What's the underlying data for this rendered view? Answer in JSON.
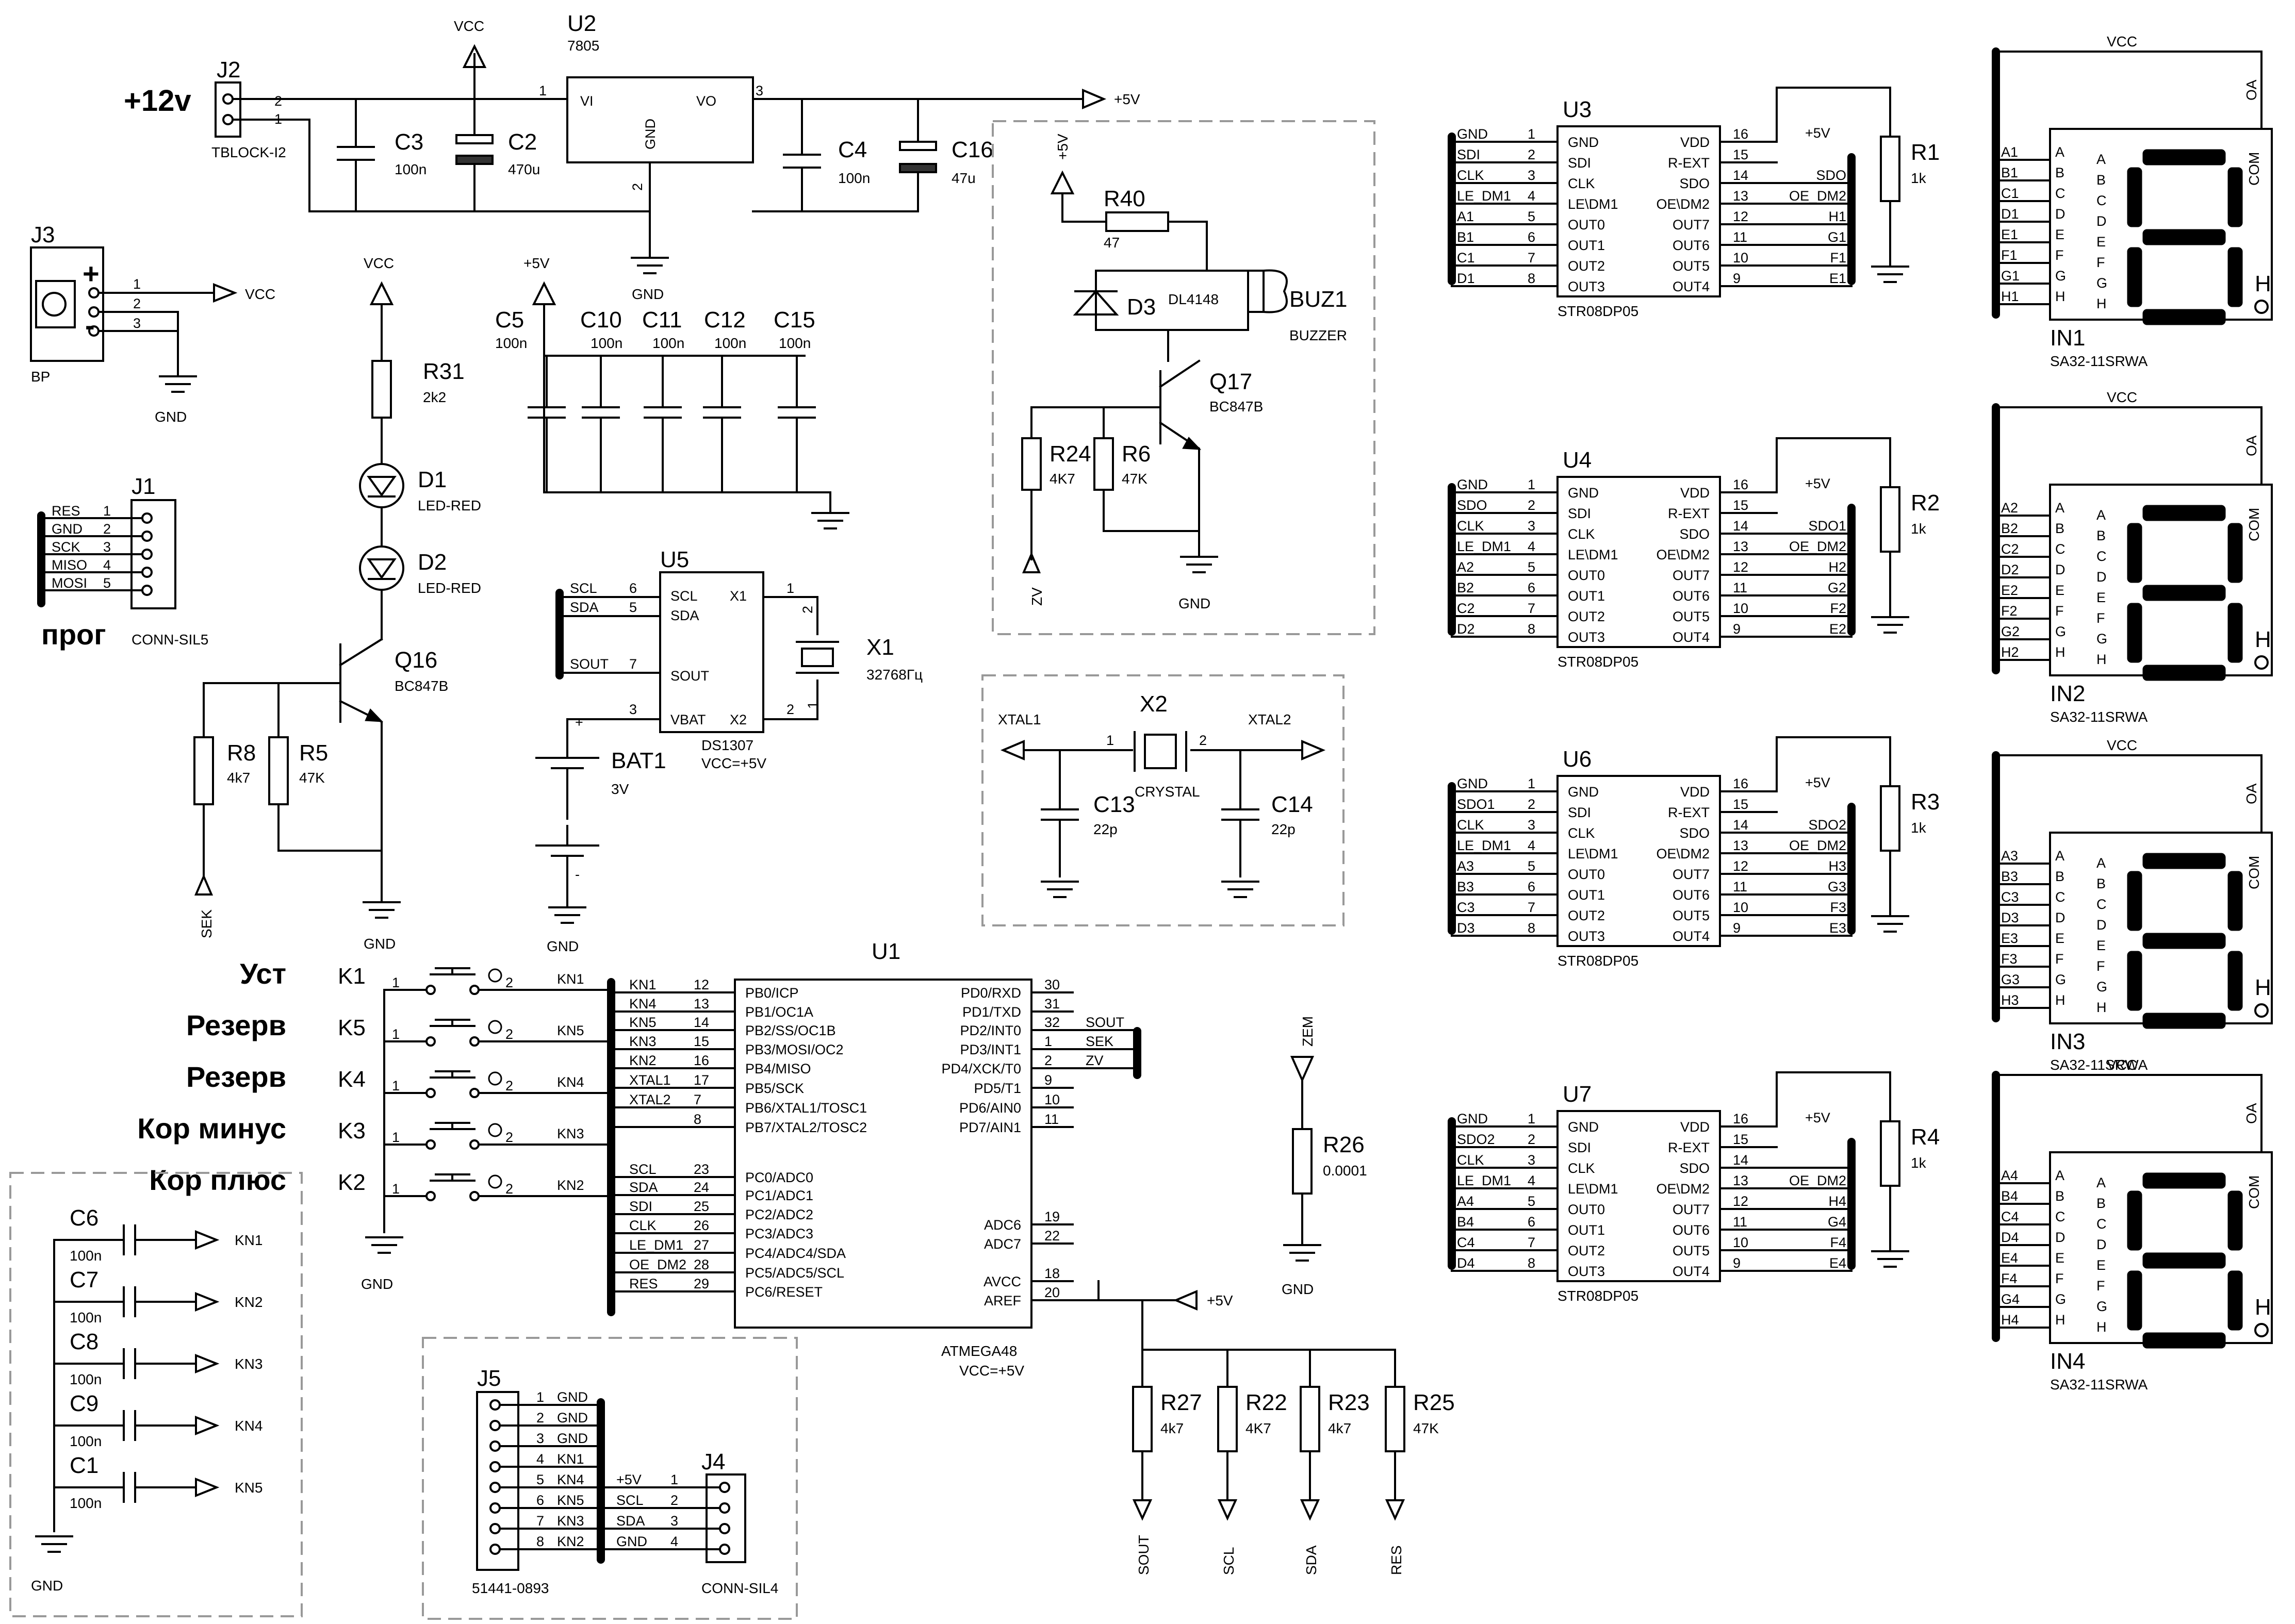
{
  "power": {
    "j2": {
      "ref": "J2",
      "value": "TBLOCK-I2",
      "label": "+12v",
      "pins": [
        "2",
        "1"
      ]
    },
    "u2": {
      "ref": "U2",
      "value": "7805",
      "vi": "VI",
      "vo": "VO",
      "gnd": "GND",
      "pins": [
        "1",
        "3",
        "2"
      ]
    },
    "vcc_label": "VCC",
    "plus5v_label": "+5V",
    "gnd_label": "GND",
    "caps": [
      {
        "ref": "C3",
        "value": "100n"
      },
      {
        "ref": "C2",
        "value": "470u"
      },
      {
        "ref": "C4",
        "value": "100n"
      },
      {
        "ref": "C16",
        "value": "47u"
      }
    ],
    "j3": {
      "ref": "J3",
      "value": "BP",
      "plus": "+",
      "minus": "-",
      "pins": [
        "1",
        "2",
        "3"
      ],
      "out": "VCC",
      "gnd": "GND"
    }
  },
  "prog": {
    "j1": {
      "ref": "J1",
      "value": "CONN-SIL5",
      "label": "прог"
    },
    "pins": [
      {
        "name": "RES",
        "num": "1"
      },
      {
        "name": "GND",
        "num": "2"
      },
      {
        "name": "SCK",
        "num": "3"
      },
      {
        "name": "MISO",
        "num": "4"
      },
      {
        "name": "MOSI",
        "num": "5"
      }
    ]
  },
  "led_block": {
    "vcc": "VCC",
    "r31": {
      "ref": "R31",
      "value": "2k2"
    },
    "d1": {
      "ref": "D1",
      "value": "LED-RED"
    },
    "d2": {
      "ref": "D2",
      "value": "LED-RED"
    },
    "q16": {
      "ref": "Q16",
      "value": "BC847B"
    },
    "r8": {
      "ref": "R8",
      "value": "4k7"
    },
    "r5": {
      "ref": "R5",
      "value": "47K"
    },
    "sek": "SEK",
    "gnd": "GND"
  },
  "decoupling": {
    "plus5v": "+5V",
    "caps": [
      {
        "ref": "C5",
        "value": "100n"
      },
      {
        "ref": "C10",
        "value": "100n"
      },
      {
        "ref": "C11",
        "value": "100n"
      },
      {
        "ref": "C12",
        "value": "100n"
      },
      {
        "ref": "C15",
        "value": "100n"
      }
    ]
  },
  "rtc": {
    "u5": {
      "ref": "U5",
      "value": "DS1307",
      "vcc": "VCC=+5V"
    },
    "left_pins": [
      {
        "name": "SCL",
        "num": "6"
      },
      {
        "name": "SDA",
        "num": "5"
      },
      {
        "name": "SOUT",
        "num": "7"
      },
      {
        "name": "VBAT",
        "num": "3"
      }
    ],
    "right_pins": [
      {
        "name": "X1",
        "num": "1"
      },
      {
        "name": "X2",
        "num": "2"
      }
    ],
    "net_labels": [
      "SCL",
      "SDA",
      "SOUT"
    ],
    "x1": {
      "ref": "X1",
      "value": "32768Гц",
      "pins": [
        "2",
        "1"
      ]
    },
    "bat1": {
      "ref": "BAT1",
      "value": "3V",
      "plus": "+",
      "minus": "-"
    },
    "gnd": "GND"
  },
  "buzzer": {
    "plus5v": "+5V",
    "r40": {
      "ref": "R40",
      "value": "47"
    },
    "d3": {
      "ref": "D3",
      "value": "DL4148"
    },
    "buz1": {
      "ref": "BUZ1",
      "value": "BUZZER"
    },
    "q17": {
      "ref": "Q17",
      "value": "BC847B"
    },
    "r24": {
      "ref": "R24",
      "value": "4K7"
    },
    "r6": {
      "ref": "R6",
      "value": "47K"
    },
    "zv": "ZV",
    "gnd": "GND"
  },
  "crystal": {
    "x2": {
      "ref": "X2",
      "value": "CRYSTAL",
      "pins": [
        "1",
        "2"
      ]
    },
    "xtal1": "XTAL1",
    "xtal2": "XTAL2",
    "c13": {
      "ref": "C13",
      "value": "22p"
    },
    "c14": {
      "ref": "C14",
      "value": "22p"
    }
  },
  "buttons": {
    "items": [
      {
        "label": "Уст",
        "ref": "K1",
        "net": "KN1"
      },
      {
        "label": "Резерв",
        "ref": "K5",
        "net": "KN5"
      },
      {
        "label": "Резерв",
        "ref": "K4",
        "net": "KN4"
      },
      {
        "label": "Кор минус",
        "ref": "K3",
        "net": "KN3"
      },
      {
        "label": "Кор плюс",
        "ref": "K2",
        "net": "KN2"
      }
    ],
    "pin1": "1",
    "pin2": "2",
    "gnd": "GND"
  },
  "mcu": {
    "ref": "U1",
    "value": "ATMEGA48",
    "vcc": "VCC=+5V",
    "left": [
      {
        "net": "KN1",
        "num": "12",
        "name": "PB0/ICP"
      },
      {
        "net": "KN4",
        "num": "13",
        "name": "PB1/OC1A"
      },
      {
        "net": "KN5",
        "num": "14",
        "name": "PB2/SS/OC1B"
      },
      {
        "net": "KN3",
        "num": "15",
        "name": "PB3/MOSI/OC2"
      },
      {
        "net": "KN2",
        "num": "16",
        "name": "PB4/MISO"
      },
      {
        "net": "XTAL1",
        "num": "17",
        "name": "PB5/SCK"
      },
      {
        "net": "XTAL2",
        "num": "7",
        "name": "PB6/XTAL1/TOSC1"
      },
      {
        "net": "",
        "num": "8",
        "name": "PB7/XTAL2/TOSC2"
      },
      {
        "net": "SCL",
        "num": "23",
        "name": "PC0/ADC0"
      },
      {
        "net": "SDA",
        "num": "24",
        "name": "PC1/ADC1"
      },
      {
        "net": "SDI",
        "num": "25",
        "name": "PC2/ADC2"
      },
      {
        "net": "CLK",
        "num": "26",
        "name": "PC3/ADC3"
      },
      {
        "net": "LE_DM1",
        "num": "27",
        "name": "PC4/ADC4/SDA"
      },
      {
        "net": "OE_DM2",
        "num": "28",
        "name": "PC5/ADC5/SCL"
      },
      {
        "net": "RES",
        "num": "29",
        "name": "PC6/RESET"
      }
    ],
    "right": [
      {
        "name": "PD0/RXD",
        "num": "30",
        "net": ""
      },
      {
        "name": "PD1/TXD",
        "num": "31",
        "net": ""
      },
      {
        "name": "PD2/INT0",
        "num": "32",
        "net": "SOUT"
      },
      {
        "name": "PD3/INT1",
        "num": "1",
        "net": "SEK"
      },
      {
        "name": "PD4/XCK/T0",
        "num": "2",
        "net": "ZV"
      },
      {
        "name": "PD5/T1",
        "num": "9",
        "net": ""
      },
      {
        "name": "PD6/AIN0",
        "num": "10",
        "net": ""
      },
      {
        "name": "PD7/AIN1",
        "num": "11",
        "net": ""
      },
      {
        "name": "ADC6",
        "num": "19",
        "net": ""
      },
      {
        "name": "ADC7",
        "num": "22",
        "net": ""
      },
      {
        "name": "AVCC",
        "num": "18",
        "net": ""
      },
      {
        "name": "AREF",
        "num": "20",
        "net": ""
      }
    ],
    "plus5v": "+5V"
  },
  "pullups": {
    "items": [
      {
        "ref": "R27",
        "value": "4k7",
        "net": "SOUT"
      },
      {
        "ref": "R22",
        "value": "4K7",
        "net": "SCL"
      },
      {
        "ref": "R23",
        "value": "4k7",
        "net": "SDA"
      },
      {
        "ref": "R25",
        "value": "47K",
        "net": "RES"
      }
    ]
  },
  "zem": {
    "label": "ZEM",
    "ref": "R26",
    "value": "0.0001",
    "gnd": "GND"
  },
  "debounce": {
    "items": [
      {
        "ref": "C6",
        "value": "100n",
        "net": "KN1"
      },
      {
        "ref": "C7",
        "value": "100n",
        "net": "KN2"
      },
      {
        "ref": "C8",
        "value": "100n",
        "net": "KN3"
      },
      {
        "ref": "C9",
        "value": "100n",
        "net": "KN4"
      },
      {
        "ref": "C1",
        "value": "100n",
        "net": "KN5"
      }
    ],
    "gnd": "GND"
  },
  "connectors": {
    "j5": {
      "ref": "J5",
      "value": "51441-0893"
    },
    "j5_pins": [
      {
        "num": "1",
        "net": "GND"
      },
      {
        "num": "2",
        "net": "GND"
      },
      {
        "num": "3",
        "net": "GND"
      },
      {
        "num": "4",
        "net": "KN1"
      },
      {
        "num": "5",
        "net": "KN4"
      },
      {
        "num": "6",
        "net": "KN5"
      },
      {
        "num": "7",
        "net": "KN3"
      },
      {
        "num": "8",
        "net": "KN2"
      }
    ],
    "j4": {
      "ref": "J4",
      "value": "CONN-SIL4"
    },
    "j4_pins": [
      {
        "num": "1",
        "net": "+5V"
      },
      {
        "num": "2",
        "net": "SCL"
      },
      {
        "num": "3",
        "net": "SDA"
      },
      {
        "num": "4",
        "net": "GND"
      }
    ]
  },
  "drivers": {
    "part": "STR08DP05",
    "left_names": [
      "GND",
      "SDI",
      "CLK",
      "LE\\DM1",
      "OUT0",
      "OUT1",
      "OUT2",
      "OUT3"
    ],
    "left_nums": [
      "1",
      "2",
      "3",
      "4",
      "5",
      "6",
      "7",
      "8"
    ],
    "right_names": [
      "VDD",
      "R-EXT",
      "SDO",
      "OE\\DM2",
      "OUT7",
      "OUT6",
      "OUT5",
      "OUT4"
    ],
    "right_nums": [
      "16",
      "15",
      "14",
      "13",
      "12",
      "11",
      "10",
      "9"
    ],
    "plus5v": "+5V",
    "items": [
      {
        "ref": "U3",
        "res": "R1",
        "res_val": "1k",
        "left_nets": [
          "GND",
          "SDI",
          "CLK",
          "LE_DM1",
          "A1",
          "B1",
          "C1",
          "D1"
        ],
        "right_nets": [
          "",
          "",
          "SDO",
          "OE_DM2",
          "H1",
          "G1",
          "F1",
          "E1"
        ]
      },
      {
        "ref": "U4",
        "res": "R2",
        "res_val": "1k",
        "left_nets": [
          "GND",
          "SDO",
          "CLK",
          "LE_DM1",
          "A2",
          "B2",
          "C2",
          "D2"
        ],
        "right_nets": [
          "",
          "",
          "SDO1",
          "OE_DM2",
          "H2",
          "G2",
          "F2",
          "E2"
        ]
      },
      {
        "ref": "U6",
        "res": "R3",
        "res_val": "1k",
        "left_nets": [
          "GND",
          "SDO1",
          "CLK",
          "LE_DM1",
          "A3",
          "B3",
          "C3",
          "D3"
        ],
        "right_nets": [
          "",
          "",
          "SDO2",
          "OE_DM2",
          "H3",
          "G3",
          "F3",
          "E3"
        ]
      },
      {
        "ref": "U7",
        "res": "R4",
        "res_val": "1k",
        "left_nets": [
          "GND",
          "SDO2",
          "CLK",
          "LE_DM1",
          "A4",
          "B4",
          "C4",
          "D4"
        ],
        "right_nets": [
          "",
          "",
          "",
          "OE_DM2",
          "H4",
          "G4",
          "F4",
          "E4"
        ]
      }
    ]
  },
  "displays": {
    "part": "SA32-11SRWA",
    "vcc": "VCC",
    "oa": "OA",
    "com": "COM",
    "h": "H",
    "seg_letters": [
      "A",
      "B",
      "C",
      "D",
      "E",
      "F",
      "G",
      "H"
    ],
    "items": [
      {
        "ref": "IN1",
        "nets": [
          "A1",
          "B1",
          "C1",
          "D1",
          "E1",
          "F1",
          "G1",
          "H1"
        ]
      },
      {
        "ref": "IN2",
        "nets": [
          "A2",
          "B2",
          "C2",
          "D2",
          "E2",
          "F2",
          "G2",
          "H2"
        ]
      },
      {
        "ref": "IN3",
        "nets": [
          "A3",
          "B3",
          "C3",
          "D3",
          "E3",
          "F3",
          "G3",
          "H3"
        ]
      },
      {
        "ref": "IN4",
        "nets": [
          "A4",
          "B4",
          "C4",
          "D4",
          "E4",
          "F4",
          "G4",
          "H4"
        ]
      }
    ]
  }
}
